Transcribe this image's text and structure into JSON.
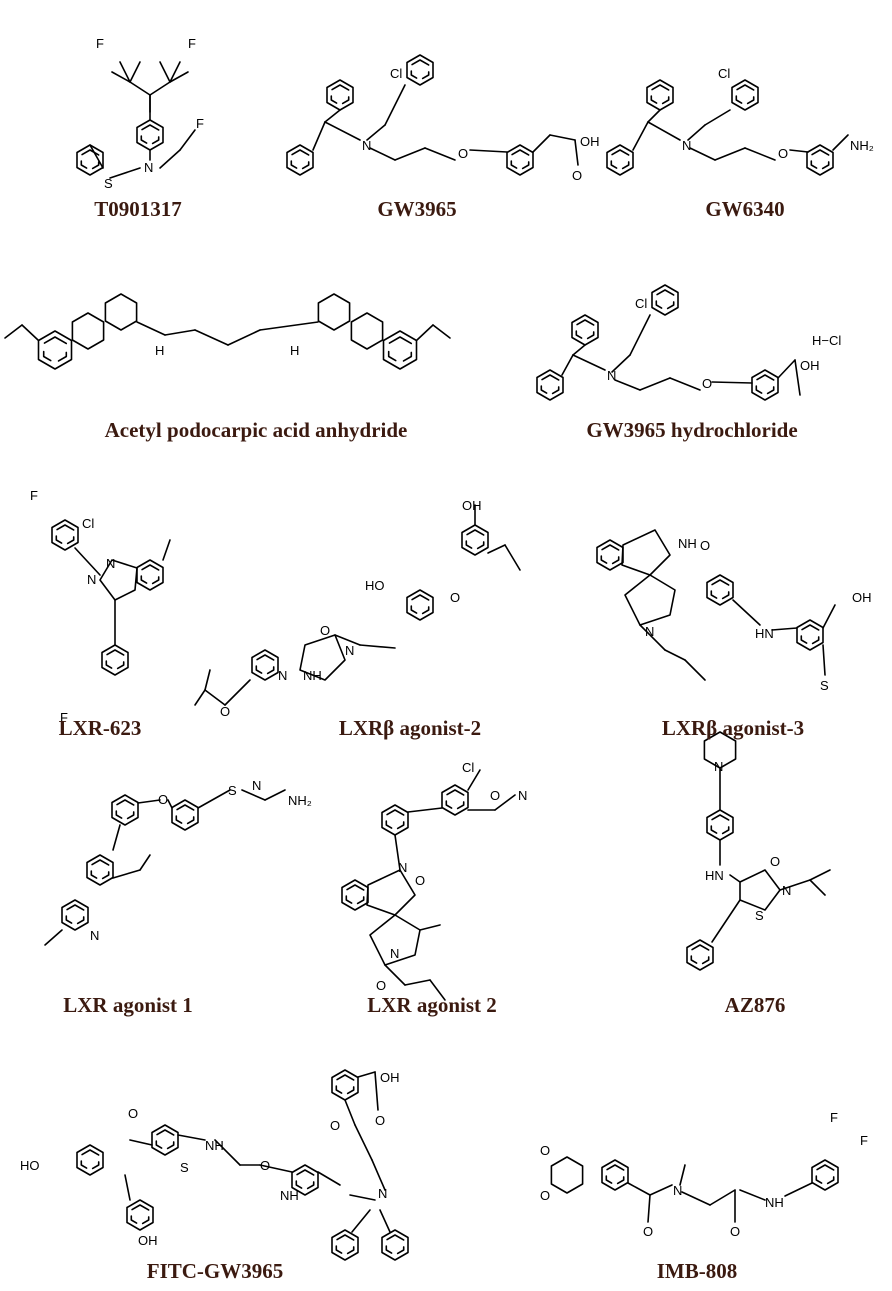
{
  "compounds": [
    {
      "id": "t0901317",
      "label": "T0901317"
    },
    {
      "id": "gw3965",
      "label": "GW3965"
    },
    {
      "id": "gw6340",
      "label": "GW6340"
    },
    {
      "id": "acetyl-podocarpic",
      "label": "Acetyl podocarpic acid anhydride"
    },
    {
      "id": "gw3965-hcl",
      "label": "GW3965 hydrochloride"
    },
    {
      "id": "lxr-623",
      "label": "LXR-623"
    },
    {
      "id": "lxrb-agonist-2",
      "label": "LXRβ agonist-2"
    },
    {
      "id": "lxrb-agonist-3",
      "label": "LXRβ agonist-3"
    },
    {
      "id": "lxr-agonist-1",
      "label": "LXR agonist 1"
    },
    {
      "id": "lxr-agonist-2",
      "label": "LXR agonist 2"
    },
    {
      "id": "az876",
      "label": "AZ876"
    },
    {
      "id": "fitc-gw3965",
      "label": "FITC-GW3965"
    },
    {
      "id": "imb-808",
      "label": "IMB-808"
    }
  ],
  "atom_labels": {
    "f": "F",
    "cl": "Cl",
    "n": "N",
    "o": "O",
    "s": "S",
    "h": "H",
    "hn": "HN",
    "nh": "NH",
    "oh": "OH",
    "ho": "HO",
    "nh2": "NH₂",
    "h_cl": "H−Cl"
  },
  "colors": {
    "label_text": "#3b1a10",
    "bonds": "#000000",
    "background": "#ffffff"
  }
}
